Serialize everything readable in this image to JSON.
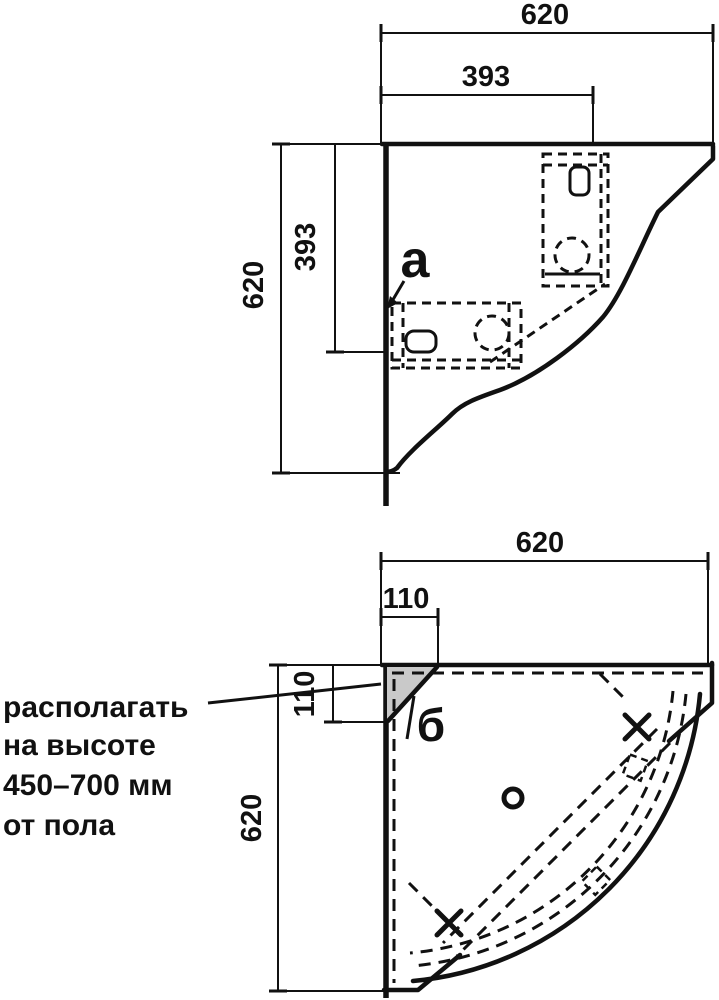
{
  "drawing": {
    "side_view": {
      "dim_top_total": "620",
      "dim_top_partial": "393",
      "dim_left_total": "620",
      "dim_left_partial": "393",
      "detail_label": "а"
    },
    "plan_view": {
      "dim_top_total": "620",
      "dim_top_corner": "110",
      "dim_left_corner": "110",
      "dim_left_total": "620",
      "detail_label": "б"
    },
    "note": {
      "line1": "располагать",
      "line2": "на высоте",
      "line3": "450–700 мм",
      "line4": "от пола"
    },
    "colors": {
      "ink": "#111111",
      "triangle_fill": "#c9c9c9",
      "background": "#ffffff"
    }
  }
}
